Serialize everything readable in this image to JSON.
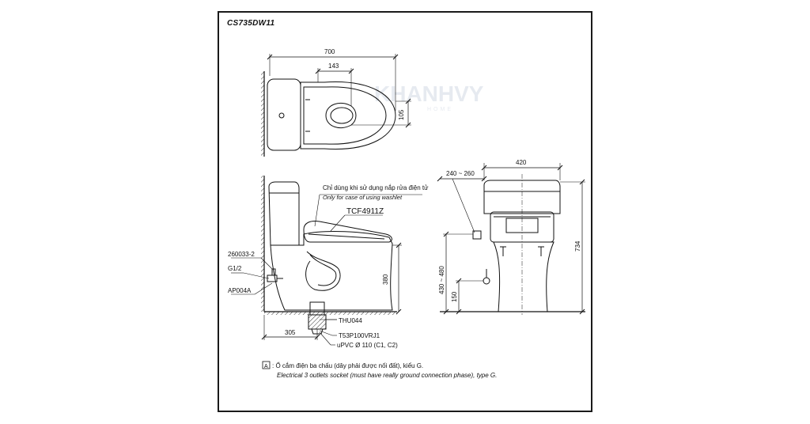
{
  "model": "CS735DW11",
  "watermark": {
    "brand": "KHANHVY",
    "sub": "HOME"
  },
  "top_view": {
    "dim_width": "700",
    "dim_offset": "143",
    "dim_depth": "105"
  },
  "side_view": {
    "note_vi": "Chỉ dùng khi sử dụng nắp rửa điện tử",
    "note_en": "Only for case of using washlet",
    "seat_code": "TCF4911Z",
    "valve_code": "260033-2",
    "thread": "G1/2",
    "stop_code": "AP004A",
    "height": "380",
    "wall_offset": "305",
    "flange_code": "THU044",
    "outlet_code": "T53P100VRJ1",
    "pipe_spec": "uPVC Ø 110 (C1, C2)"
  },
  "front_view": {
    "outlet_range": "240 ~ 260",
    "width": "420",
    "total_height": "734",
    "inlet_range": "430 ~ 480",
    "inlet_height": "150"
  },
  "footnote": {
    "symbol": "A",
    "vi": ": Ổ cắm điện ba chấu (dây phải được nối đất), kiểu G.",
    "en": "Electrical 3 outlets socket (must have really ground connection phase), type G."
  }
}
